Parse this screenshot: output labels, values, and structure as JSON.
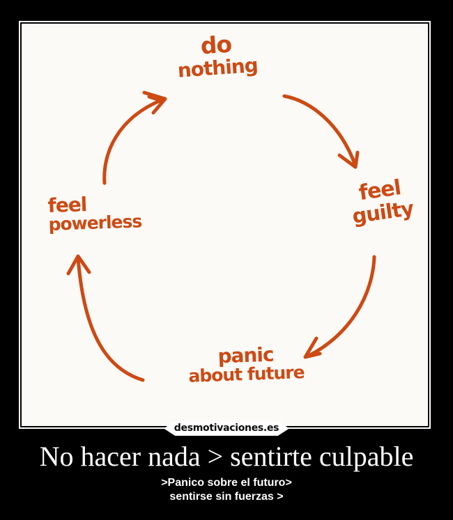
{
  "page": {
    "background": "#000000",
    "title": "No hacer nada > sentirte culpable",
    "subtitle_lines": [
      ">Panico sobre el futuro>",
      "sentirse sin fuerzas >"
    ],
    "watermark": "desmotivaciones.es"
  },
  "diagram": {
    "type": "cycle",
    "ink_color": "#cd4a14",
    "paper_color": "#fbfaf7",
    "nodes": [
      {
        "id": "do-nothing",
        "line1": "do",
        "line2": "nothing"
      },
      {
        "id": "feel-guilty",
        "line1": "feel",
        "line2": "guilty"
      },
      {
        "id": "panic-about-future",
        "line1": "panic",
        "line2": "about future"
      },
      {
        "id": "feel-powerless",
        "line1": "feel",
        "line2": "powerless"
      }
    ],
    "arrows": [
      {
        "from": "do nothing",
        "to": "feel guilty"
      },
      {
        "from": "feel guilty",
        "to": "panic about future"
      },
      {
        "from": "panic about future",
        "to": "feel powerless"
      },
      {
        "from": "feel powerless",
        "to": "do nothing"
      }
    ]
  }
}
